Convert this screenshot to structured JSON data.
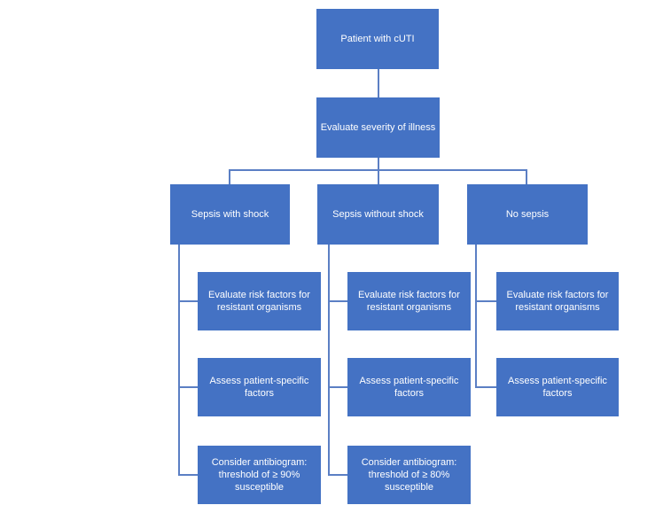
{
  "diagram": {
    "type": "flowchart",
    "background_color": "#ffffff",
    "node_fill_color": "#4472C4",
    "node_text_color": "#ffffff",
    "connector_color": "#5b7fc4",
    "root": {
      "label": "Patient with cUTI"
    },
    "severity": {
      "label": "Evaluate severity of illness"
    },
    "branches": [
      {
        "label": "Sepsis with shock",
        "steps": [
          "Evaluate risk factors for resistant organisms",
          "Assess patient-specific factors",
          "Consider antibiogram: threshold of ≥ 90% susceptible"
        ]
      },
      {
        "label": "Sepsis without shock",
        "steps": [
          "Evaluate risk factors for resistant organisms",
          "Assess patient-specific factors",
          "Consider antibiogram: threshold of ≥ 80% susceptible"
        ]
      },
      {
        "label": "No sepsis",
        "steps": [
          "Evaluate risk factors for resistant organisms",
          "Assess patient-specific factors"
        ]
      }
    ]
  }
}
